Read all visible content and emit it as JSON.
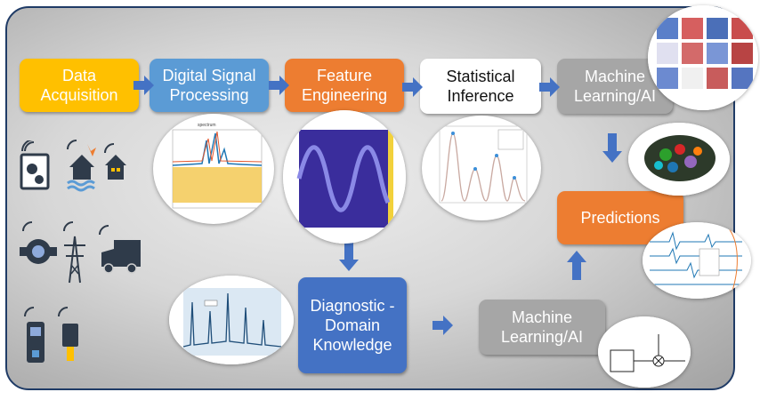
{
  "colors": {
    "border": "#1f3b66",
    "arrow": "#4472c4",
    "data_acquisition": "#ffc000",
    "digital_signal_processing": "#5b9bd5",
    "feature_engineering": "#ed7d31",
    "statistical_inference": "#ffffff",
    "machine_learning": "#a6a6a6",
    "predictions": "#ed7d31",
    "diagnostic": "#4472c4",
    "icons": "#2f3b4a"
  },
  "boxes": {
    "data_acquisition": "Data\nAcquisition",
    "digital_signal_processing": "Digital Signal\nProcessing",
    "feature_engineering": "Feature\nEngineering",
    "statistical_inference": "Statistical\nInference",
    "machine_learning_top": "Machine\nLearning/AI",
    "predictions": "Predictions",
    "diagnostic_domain_knowledge": "Diagnostic -\nDomain\nKnowledge",
    "machine_learning_bottom": "Machine\nLearning/AI"
  },
  "icons": [
    "wireless-sensor-gears-icon",
    "wireless-sensor-house-flood-icon",
    "wireless-sensor-building-icon",
    "wireless-sensor-meter-icon",
    "wireless-sensor-power-tower-icon",
    "wireless-sensor-truck-icon",
    "wireless-sensor-device-icon",
    "wireless-sensor-plug-icon"
  ]
}
